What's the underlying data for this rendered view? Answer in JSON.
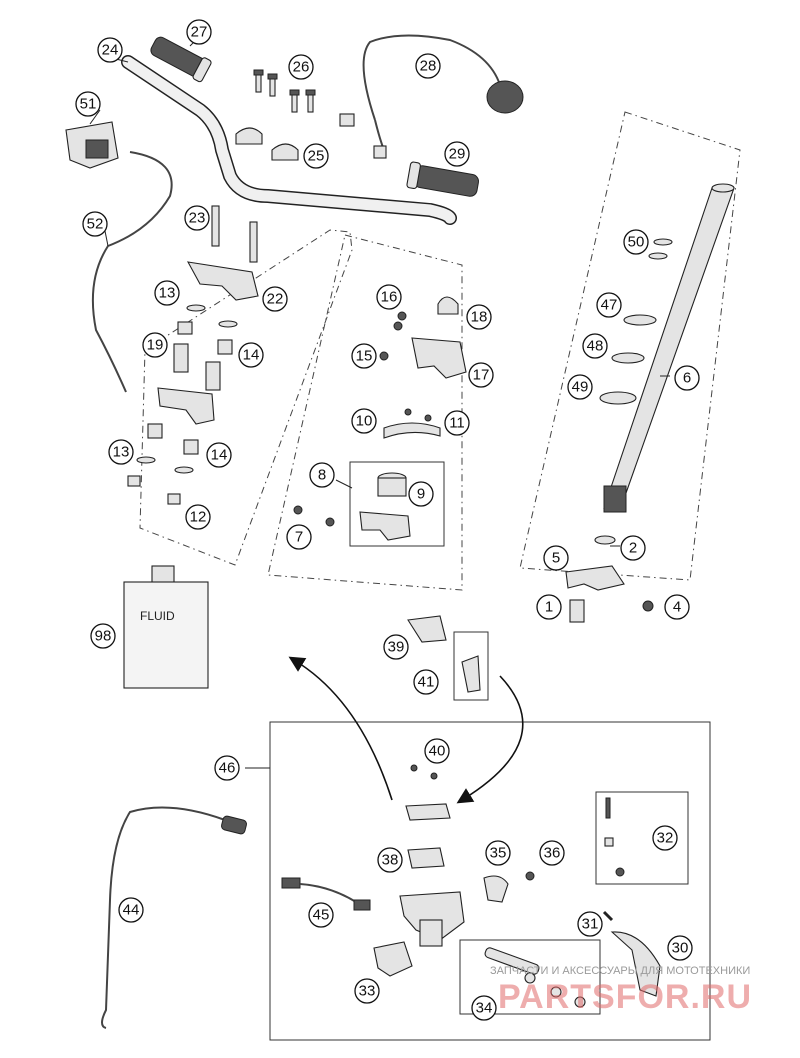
{
  "callouts": [
    "1",
    "2",
    "4",
    "5",
    "6",
    "7",
    "8",
    "9",
    "10",
    "11",
    "12",
    "13",
    "13",
    "14",
    "14",
    "15",
    "16",
    "17",
    "18",
    "19",
    "22",
    "23",
    "24",
    "25",
    "26",
    "27",
    "28",
    "29",
    "30",
    "31",
    "32",
    "33",
    "34",
    "35",
    "36",
    "38",
    "39",
    "40",
    "41",
    "44",
    "45",
    "46",
    "47",
    "48",
    "49",
    "50",
    "51",
    "52",
    "98"
  ],
  "fluid_label": "FLUID",
  "watermark": {
    "caption": "ЗАПЧАСТИ И АКСЕССУАРЫ ДЛЯ МОТОТЕХНИКИ",
    "logo": "PARTSFOR.RU"
  }
}
